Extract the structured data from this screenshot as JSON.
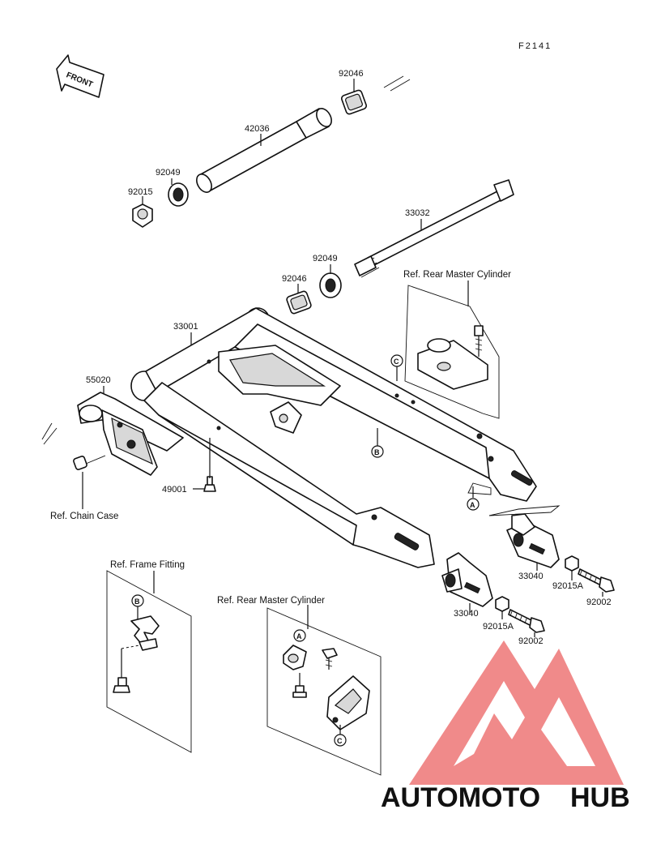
{
  "figure_code": "F2141",
  "front_label": "FRONT",
  "parts": {
    "p92046_top": "92046",
    "p42036": "42036",
    "p92049_top": "92049",
    "p92015": "92015",
    "p33032": "33032",
    "p92049_mid": "92049",
    "p92046_mid": "92046",
    "p33001": "33001",
    "p55020": "55020",
    "p49001": "49001",
    "p33040_right": "33040",
    "p92015A_right": "92015A",
    "p92002_right": "92002",
    "p33040_left": "33040",
    "p92015A_left": "92015A",
    "p92002_left": "92002"
  },
  "references": {
    "rear_master_cylinder_top": "Ref. Rear Master Cylinder",
    "chain_case": "Ref. Chain Case",
    "frame_fitting": "Ref. Frame Fitting",
    "rear_master_cylinder_bottom": "Ref. Rear Master Cylinder"
  },
  "callouts": {
    "a": "A",
    "b": "B",
    "c": "C"
  },
  "watermark": {
    "part1": "AUTOMOTO",
    "part2": "HUB",
    "color1": "#f4a766",
    "color2": "#7a7a7a",
    "logo_color": "#f08a8a"
  }
}
